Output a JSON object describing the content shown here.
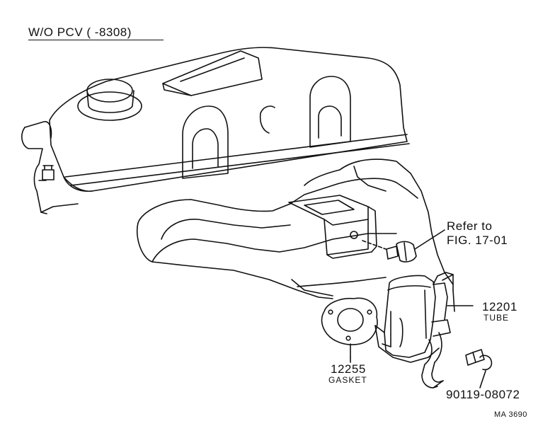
{
  "title": "W/O  PCV (        -8308)",
  "callouts": {
    "refer_line1": "Refer to",
    "refer_line2": "FIG. 17-01",
    "tube_pn": "12201",
    "tube_name": "TUBE",
    "gasket_pn": "12255",
    "gasket_name": "GASKET",
    "bolt_pn": "90119-08072"
  },
  "footer_code": "MA  3690",
  "colors": {
    "ink": "#111111",
    "paper": "#ffffff"
  }
}
